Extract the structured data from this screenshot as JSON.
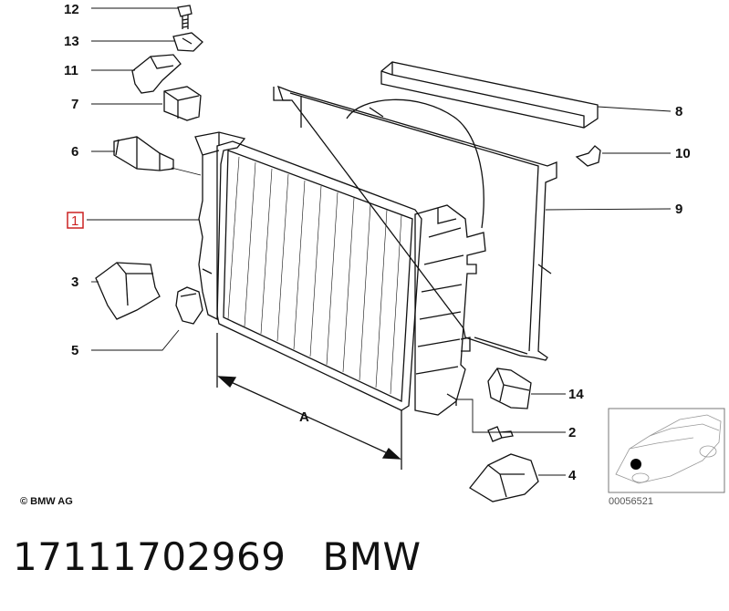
{
  "callouts": {
    "c1": "1",
    "c2": "2",
    "c3": "3",
    "c4": "4",
    "c5": "5",
    "c6": "6",
    "c7": "7",
    "c8": "8",
    "c9": "9",
    "c10": "10",
    "c11": "11",
    "c12": "12",
    "c13": "13",
    "c14": "14"
  },
  "dimension_label": "A",
  "copyright": "© BMW AG",
  "inset_code": "00056521",
  "footer": {
    "part_number": "17111702969",
    "brand": "BMW"
  },
  "colors": {
    "ink": "#111111",
    "highlight_box": "#cc2222",
    "background": "#ffffff"
  }
}
